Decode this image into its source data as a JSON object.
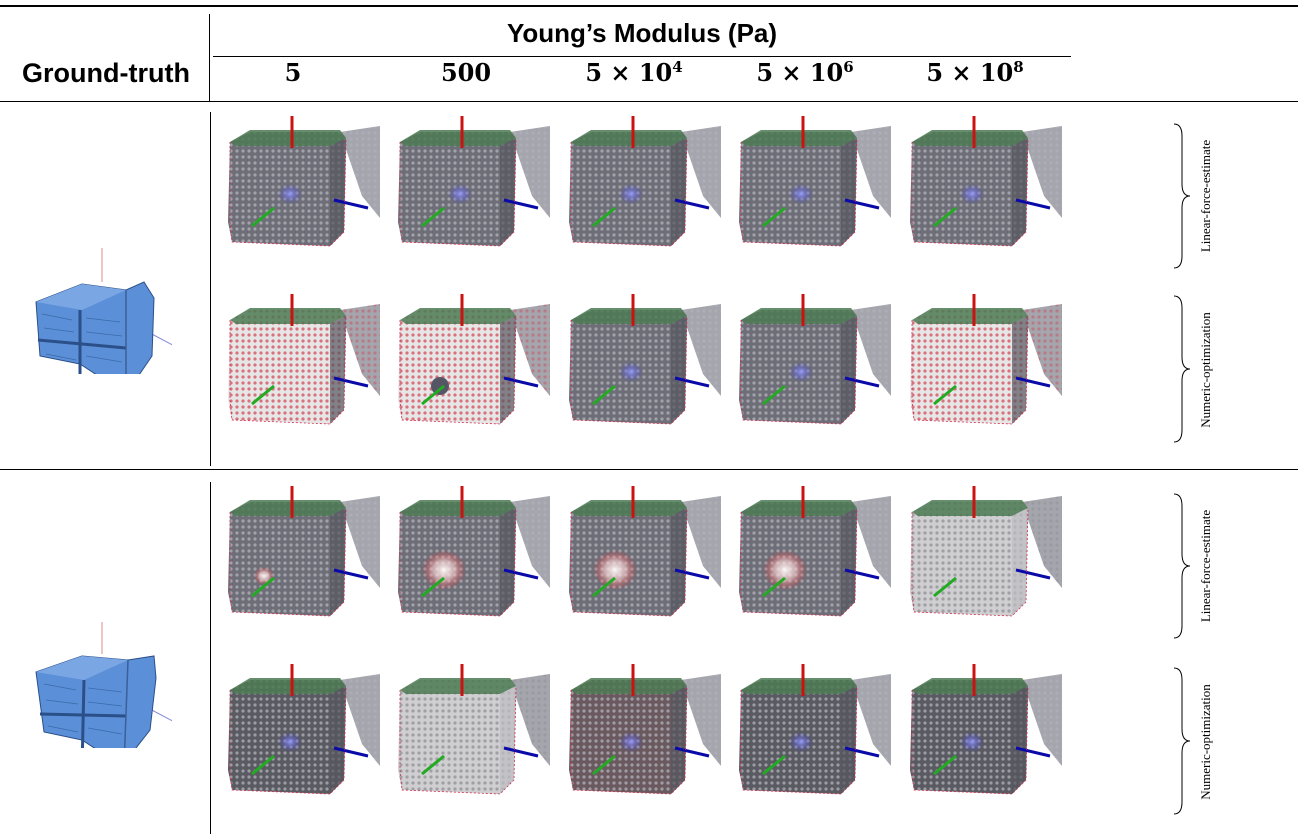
{
  "header": {
    "title": "Young’s Modulus (Pa)",
    "ground_truth": "Ground-truth",
    "columns": [
      {
        "base": "5",
        "exp": ""
      },
      {
        "base": "500",
        "exp": ""
      },
      {
        "base": "5 × 10",
        "exp": "4"
      },
      {
        "base": "5 × 10",
        "exp": "6"
      },
      {
        "base": "5 × 10",
        "exp": "8"
      }
    ]
  },
  "groups": [
    {
      "rows": [
        {
          "label": "Linear-force-estimate",
          "cells": [
            "cube",
            "cube",
            "cube",
            "cube",
            "cube"
          ]
        },
        {
          "label": "Numeric-optimization",
          "cells": [
            "white",
            "white-dark",
            "cube",
            "cube",
            "white"
          ]
        }
      ]
    },
    {
      "rows": [
        {
          "label": "Linear-force-estimate",
          "cells": [
            "glow-small",
            "glow",
            "glow",
            "glow",
            "noisy"
          ]
        },
        {
          "label": "Numeric-optimization",
          "cells": [
            "dim",
            "noisy",
            "red",
            "dim",
            "dim"
          ]
        }
      ]
    }
  ],
  "colors": {
    "cube_face": "#6e6e78",
    "top_face": "#4c7a52",
    "axis_red": "#cc1111",
    "axis_green": "#22aa22",
    "axis_blue": "#0a0aa8",
    "gt_blue": "#5b8fd8"
  }
}
